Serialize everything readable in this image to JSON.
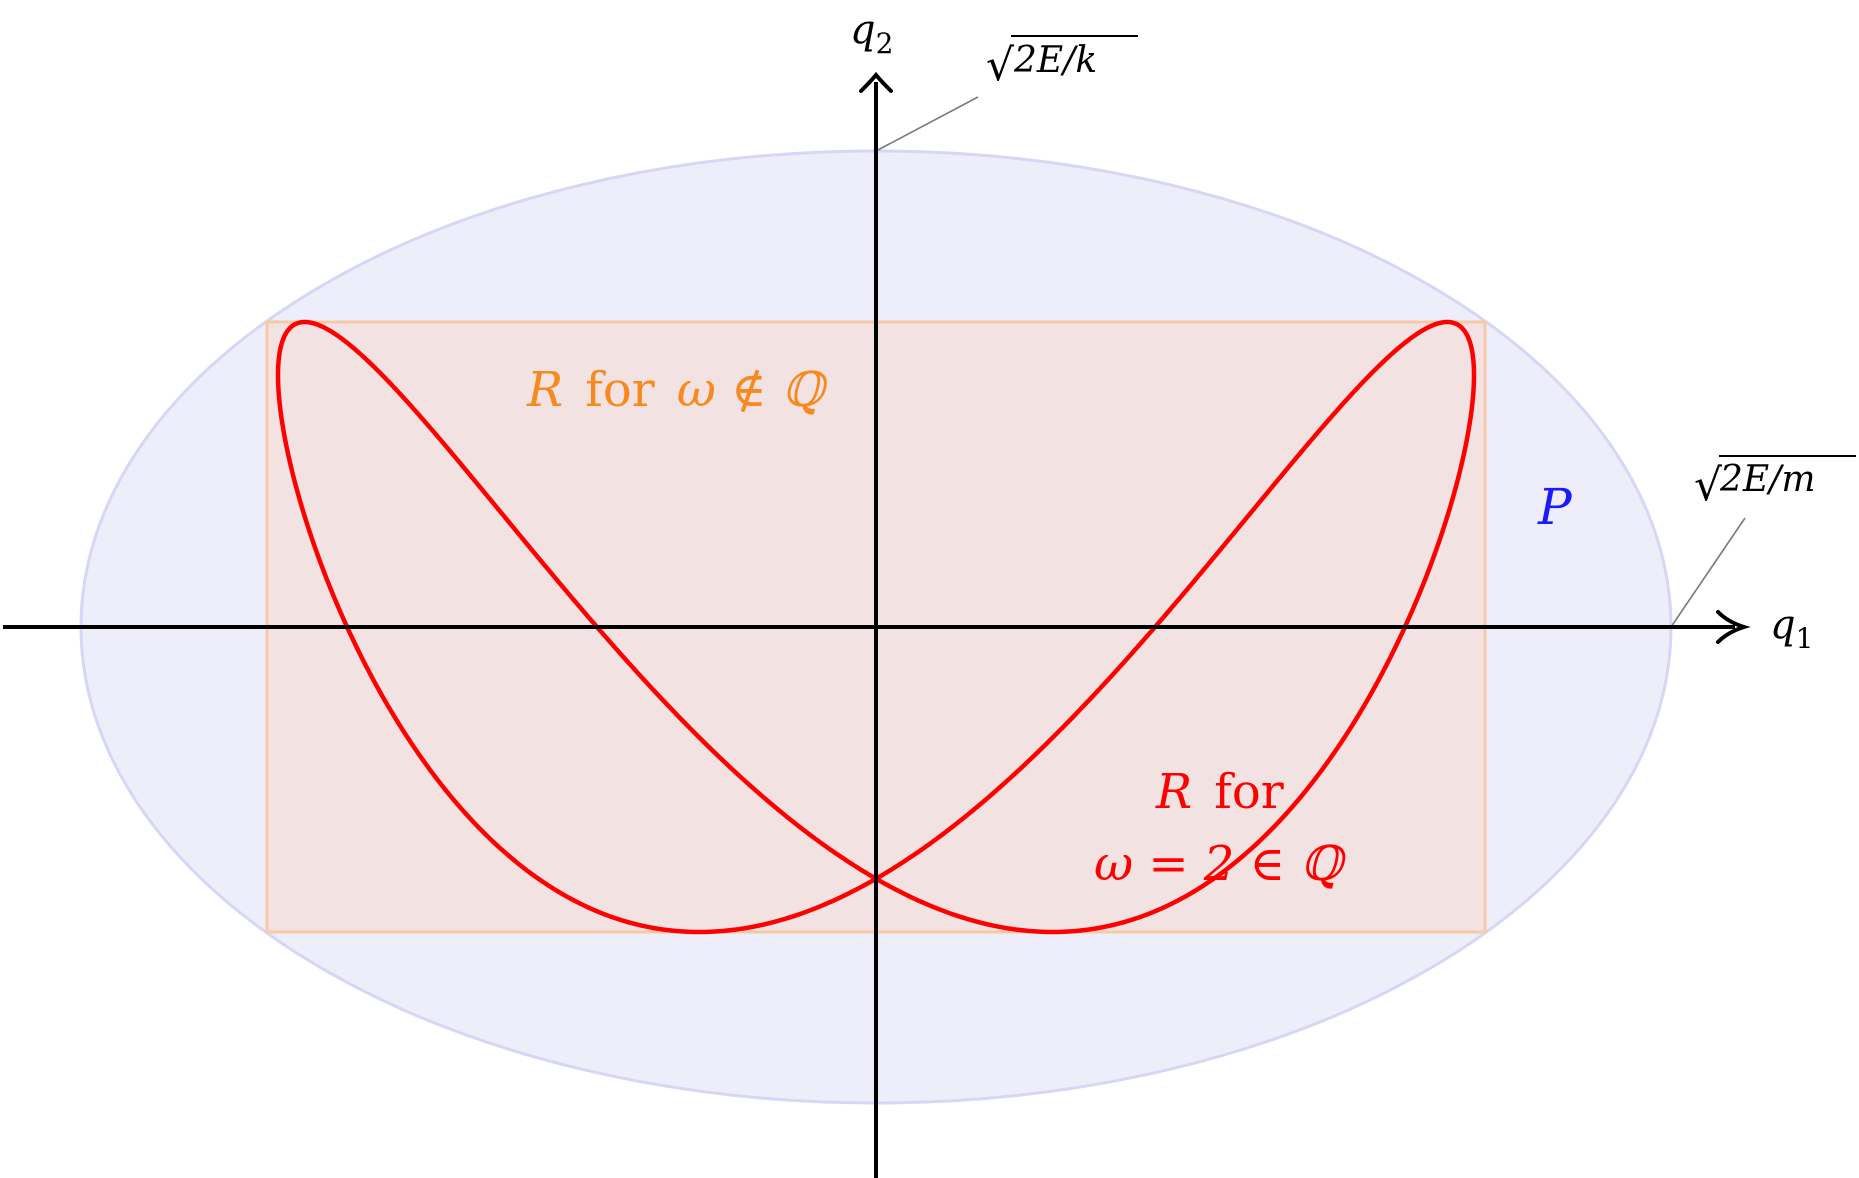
{
  "axes": {
    "x_label": "q",
    "x_label_sub": "1",
    "y_label": "q",
    "y_label_sub": "2"
  },
  "annotations": {
    "y_intercept": {
      "sqrt_symbol": "√",
      "radicand": "2E/k"
    },
    "x_intercept": {
      "sqrt_symbol": "√",
      "radicand": "2E/m"
    }
  },
  "regions": {
    "P": {
      "label": "P",
      "fill": "#eeeefb",
      "stroke": "#d6d6f5"
    },
    "rect_R": {
      "label_R": "R",
      "label_for": "for",
      "label_cond": "ω ∉ ℚ",
      "fill": "#f3e2e2",
      "stroke": "#f7c9a6",
      "text_color": "#f78a1e"
    },
    "curve_R": {
      "label_line1_R": "R",
      "label_line1_for": "for",
      "label_line2": "ω = 2 ∈ ℚ",
      "omega": 2,
      "color": "#ff0000"
    }
  },
  "colors": {
    "axis": "#000000",
    "leader": "#7a7a7a",
    "P_text": "#1a1aff"
  }
}
